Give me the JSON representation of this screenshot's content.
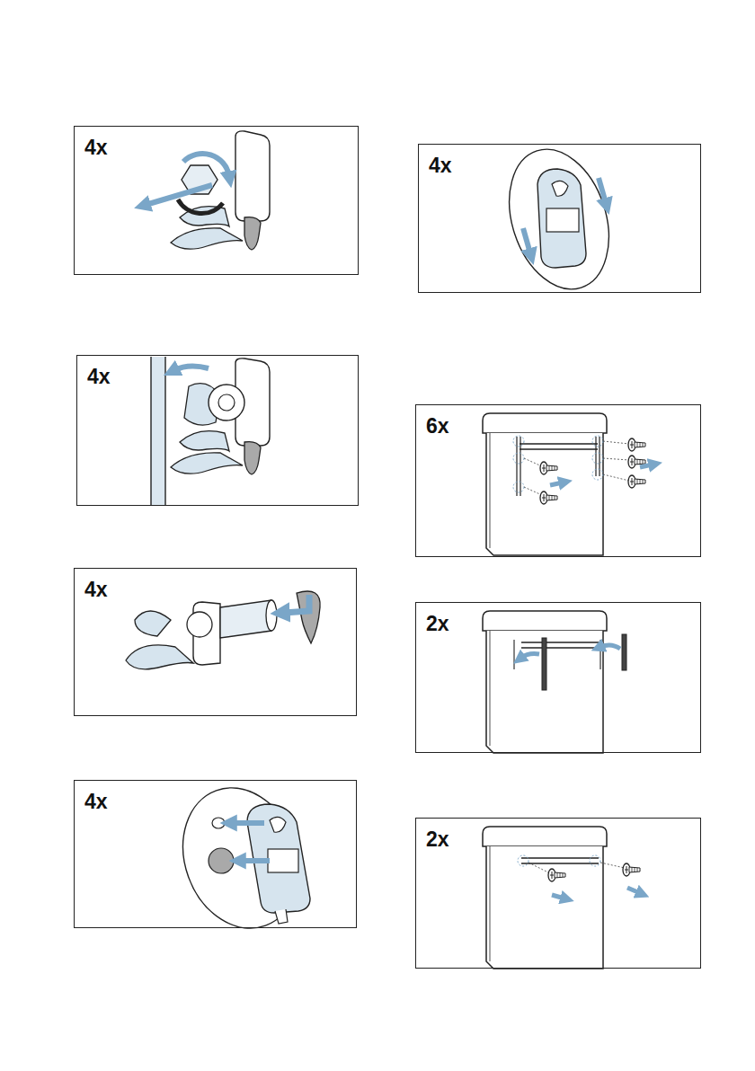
{
  "diagram": {
    "nodes": [
      {
        "text": [
          "4x"
        ]
      },
      {
        "text": [
          "4x"
        ]
      },
      {
        "text": [
          "4x"
        ]
      },
      {
        "text": [
          "4x"
        ]
      },
      {
        "text": [
          "4x"
        ]
      },
      {
        "text": [
          "6x"
        ]
      },
      {
        "text": [
          "2x"
        ]
      },
      {
        "text": [
          "2x"
        ]
      }
    ]
  }
}
